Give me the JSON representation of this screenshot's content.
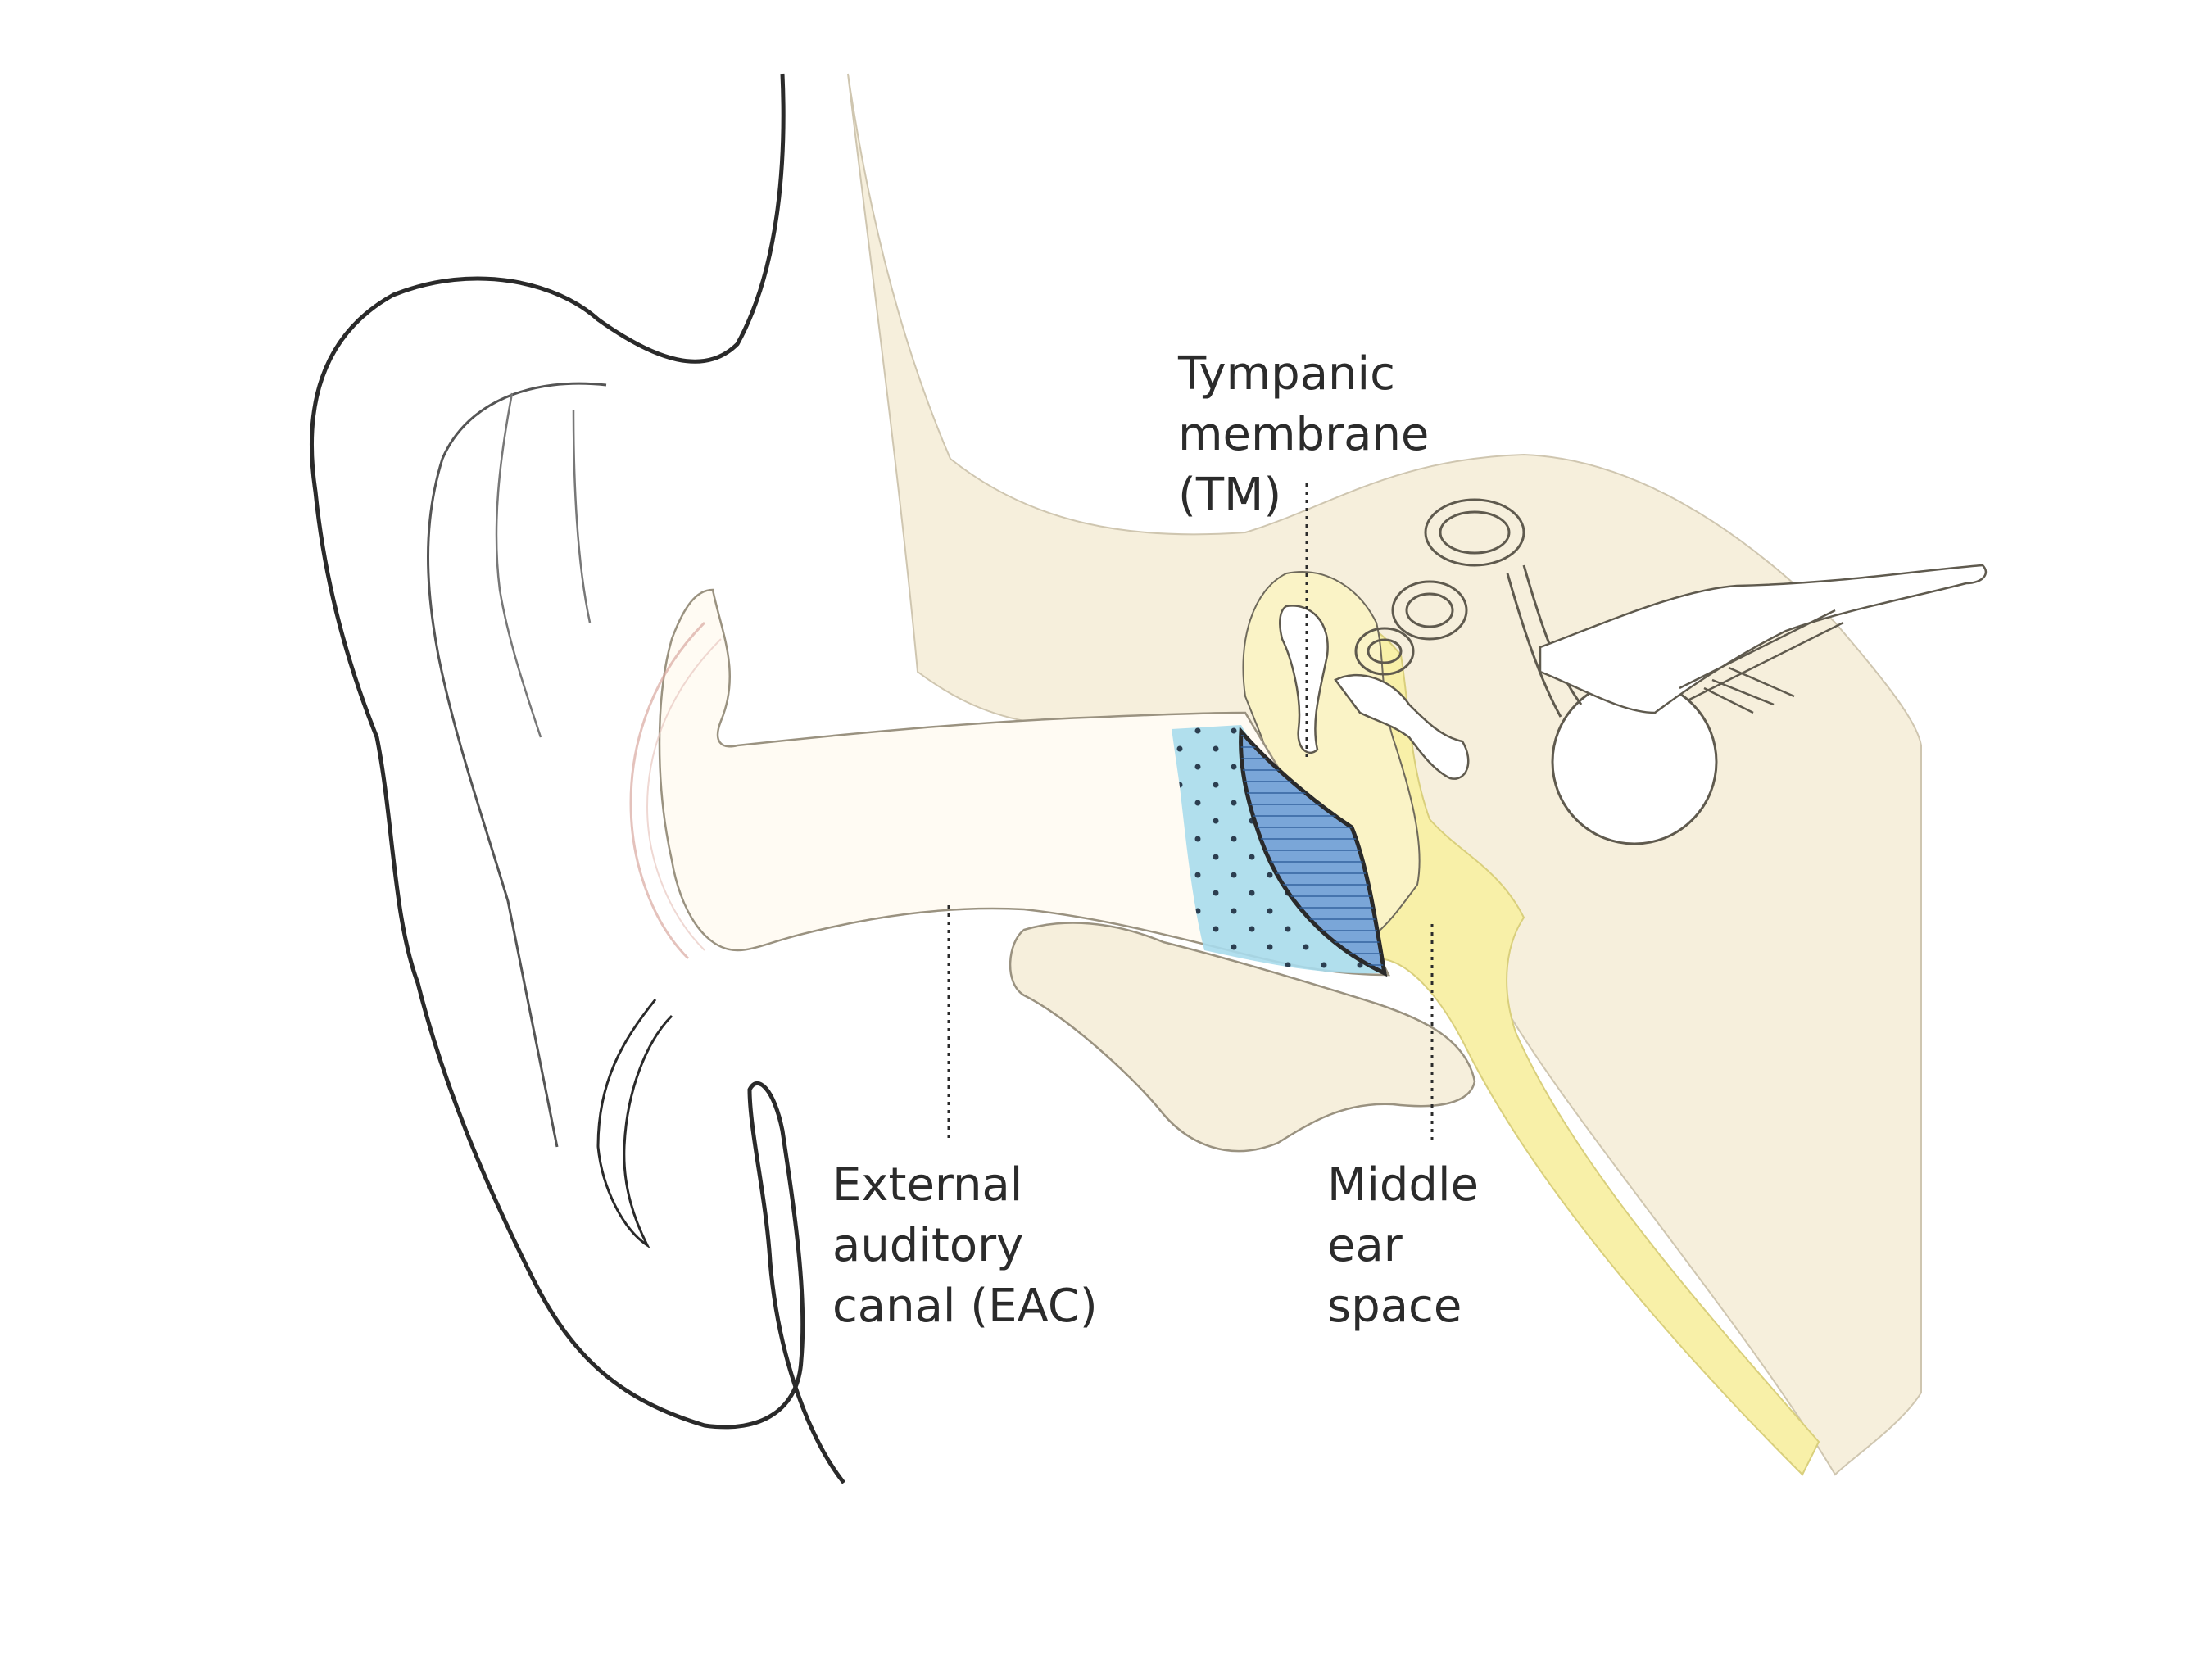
{
  "labels": {
    "tympanic_membrane": {
      "lines": [
        "Tympanic",
        "membrane",
        "(TM)"
      ]
    },
    "external_auditory_canal": {
      "lines": [
        "External",
        "auditory",
        "canal (EAC)"
      ]
    },
    "middle_ear_space": {
      "lines": [
        "Middle",
        "ear",
        "space"
      ]
    }
  },
  "colors": {
    "bone": "#f6efdc",
    "canal": "#fffbf3",
    "tube": "#f8f0a8",
    "fluid": "#a8dcec",
    "membrane": "#7aa6d8",
    "outline": "#2a2a2a",
    "skin_line": "#d8a8a0"
  }
}
